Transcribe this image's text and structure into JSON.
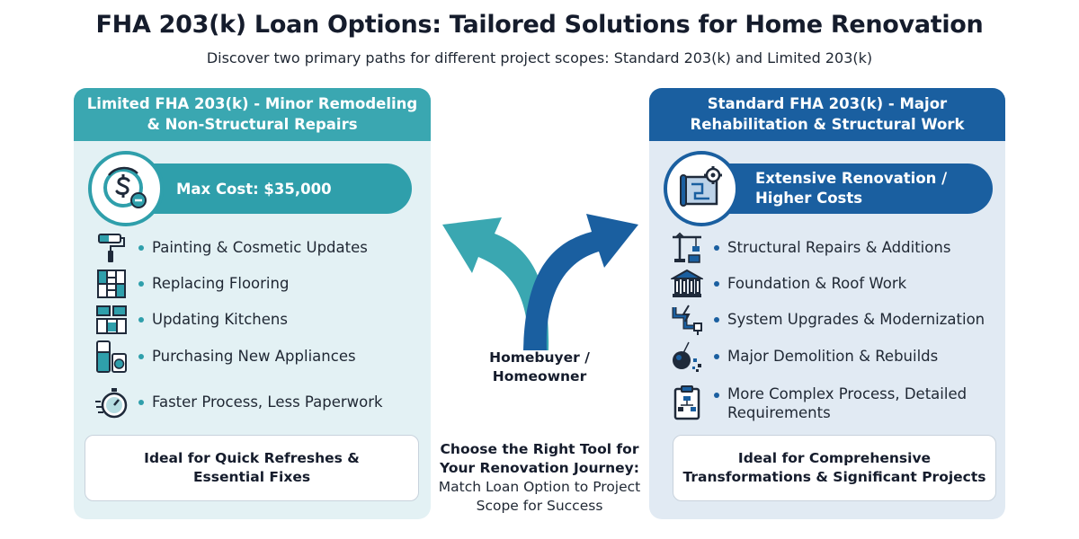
{
  "header": {
    "title": "FHA 203(k) Loan Options: Tailored Solutions for Home Renovation",
    "subtitle": "Discover two primary paths for different project scopes: Standard 203(k) and Limited 203(k)"
  },
  "limited": {
    "header_line1": "Limited FHA 203(k) - Minor Remodeling",
    "header_line2": "& Non-Structural Repairs",
    "pill": "Max Cost: $35,000",
    "items": [
      "Painting & Cosmetic Updates",
      "Replacing Flooring",
      "Updating Kitchens",
      "Purchasing New Appliances",
      "Faster Process, Less Paperwork"
    ],
    "ideal_line1": "Ideal for Quick Refreshes &",
    "ideal_line2": "Essential Fixes"
  },
  "standard": {
    "header_line1": "Standard FHA 203(k) - Major",
    "header_line2": "Rehabilitation & Structural Work",
    "pill_line1": "Extensive Renovation /",
    "pill_line2": "Higher Costs",
    "items": [
      "Structural Repairs & Additions",
      "Foundation & Roof Work",
      "System Upgrades & Modernization",
      "Major Demolition & Rebuilds",
      "More Complex Process, Detailed",
      "Requirements"
    ],
    "ideal_line1": "Ideal for Comprehensive",
    "ideal_line2": "Transformations & Significant Projects"
  },
  "center": {
    "label_line1": "Homebuyer /",
    "label_line2": "Homeowner",
    "bold_line1": "Choose the Right Tool for",
    "bold_line2": "Your Renovation Journey:",
    "line3": "Match Loan Option to Project",
    "line4": "Scope for Success"
  },
  "colors": {
    "teal": "#3aa7b1",
    "blue": "#1a5fa0"
  }
}
